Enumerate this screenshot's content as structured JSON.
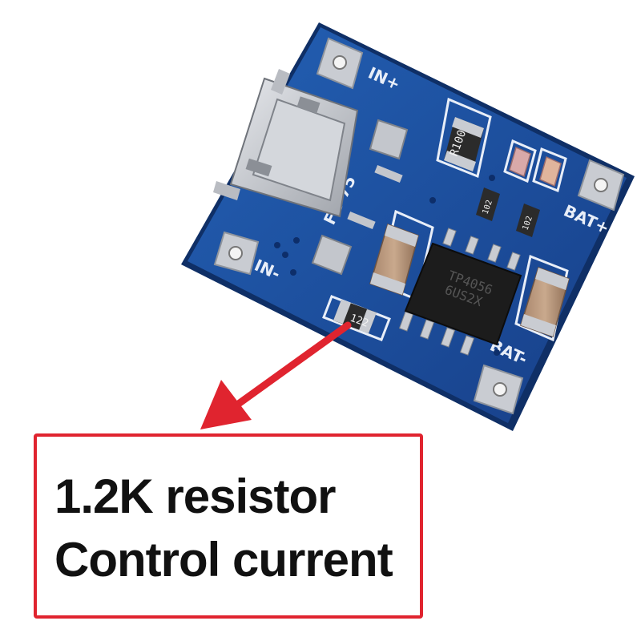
{
  "board": {
    "labels": {
      "in_plus": "IN+",
      "in_minus": "IN-",
      "bat_plus": "BAT+",
      "bat_minus": "BAT-",
      "chip_line1": "TP4056",
      "chip_line2": "6US2X",
      "sense_resistor": "R100",
      "prog_resistor": "122",
      "small_res_1": "102",
      "small_res_2": "102",
      "diode": "FC-75"
    },
    "colors": {
      "pcb": "#1b4f9e",
      "pcb_dark": "#123a7a",
      "pad_silver": "#c9ccd2",
      "annotation_red": "#e0242f"
    }
  },
  "annotation": {
    "line1": "1.2K resistor",
    "line2": "Control current"
  }
}
